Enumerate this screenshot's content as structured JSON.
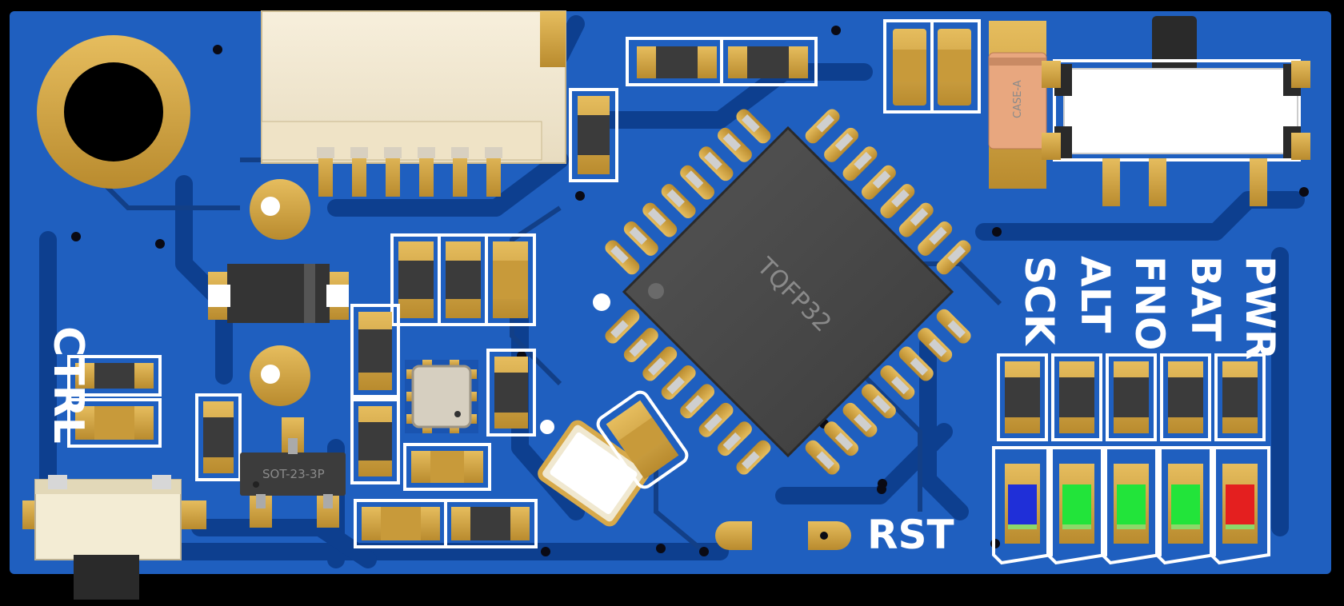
{
  "board": {
    "colors": {
      "background": "#000000",
      "pcb": "#1f5fbf",
      "pcb_dark": "#0d3f8f",
      "gold": "#d7a94a",
      "silkscreen": "#ffffff",
      "chip": "#4a4a4a"
    },
    "silkscreen_labels": {
      "ctrl": "CTRL",
      "rst": "RST",
      "sck": "SCK",
      "alt": "ALT",
      "fno": "FNO",
      "bat": "BAT",
      "pwr": "PWR"
    },
    "ic_labels": {
      "mcu_package": "TQFP32",
      "regulator_package": "SOT-23-3P",
      "capacitor_package": "CASE-A"
    },
    "leds": [
      {
        "label": "SCK",
        "color": "#1f2fd8"
      },
      {
        "label": "ALT",
        "color": "#22e43a"
      },
      {
        "label": "FNO",
        "color": "#22e43a"
      },
      {
        "label": "BAT",
        "color": "#22e43a"
      },
      {
        "label": "PWR",
        "color": "#e41f1f"
      }
    ]
  }
}
